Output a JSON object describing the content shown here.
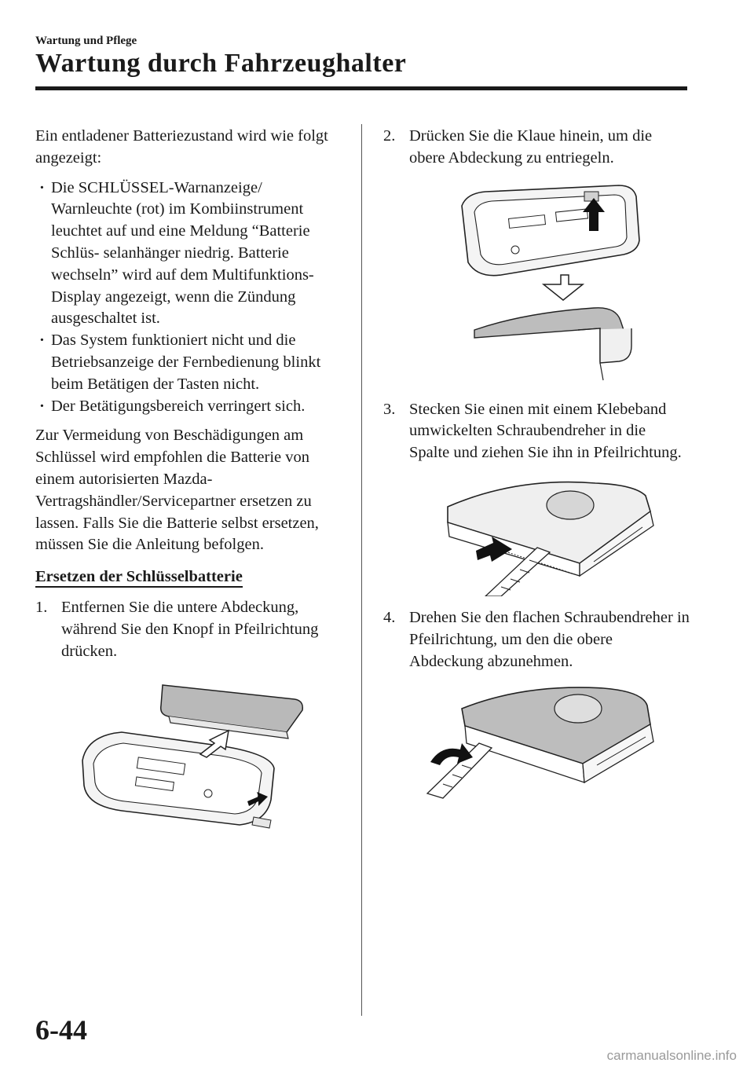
{
  "header": {
    "section": "Wartung und Pflege",
    "title": "Wartung durch Fahrzeughalter"
  },
  "left": {
    "intro": "Ein entladener Batteriezustand wird wie folgt angezeigt:",
    "bullets": [
      "Die SCHLÜSSEL-Warnanzeige/ Warnleuchte (rot) im Kombiinstrument leuchtet auf und eine Meldung “Batterie Schlüs- selanhänger niedrig. Batterie wechseln” wird auf dem Multifunktions-Display angezeigt, wenn die Zündung ausgeschaltet ist.",
      "Das System funktioniert nicht und die Betriebsanzeige der Fernbedienung blinkt beim Betätigen der Tasten nicht.",
      "Der Betätigungsbereich verringert sich."
    ],
    "paragraph": "Zur Vermeidung von Beschädigungen am Schlüssel wird empfohlen die Batterie von einem autorisierten Mazda-Vertragshändler/Servicepartner ersetzen zu lassen. Falls Sie die Batterie selbst ersetzen, müssen Sie die Anleitung befolgen.",
    "subheading": "Ersetzen der Schlüsselbatterie",
    "step1_number": "1.",
    "step1_text": "Entfernen Sie die untere Abdeckung, während Sie den Knopf in Pfeilrichtung drücken."
  },
  "right": {
    "steps": [
      {
        "number": "2.",
        "text": "Drücken Sie die Klaue hinein, um die obere Abdeckung zu entriegeln."
      },
      {
        "number": "3.",
        "text": "Stecken Sie einen mit einem Klebeband umwickelten Schraubendreher in die Spalte und ziehen Sie ihn in Pfeilrichtung."
      },
      {
        "number": "4.",
        "text": "Drehen Sie den flachen Schraubendreher in Pfeilrichtung, um den die obere Abdeckung abzunehmen."
      }
    ]
  },
  "footer": {
    "page_number": "6-44",
    "watermark": "carmanualsonline.info"
  }
}
